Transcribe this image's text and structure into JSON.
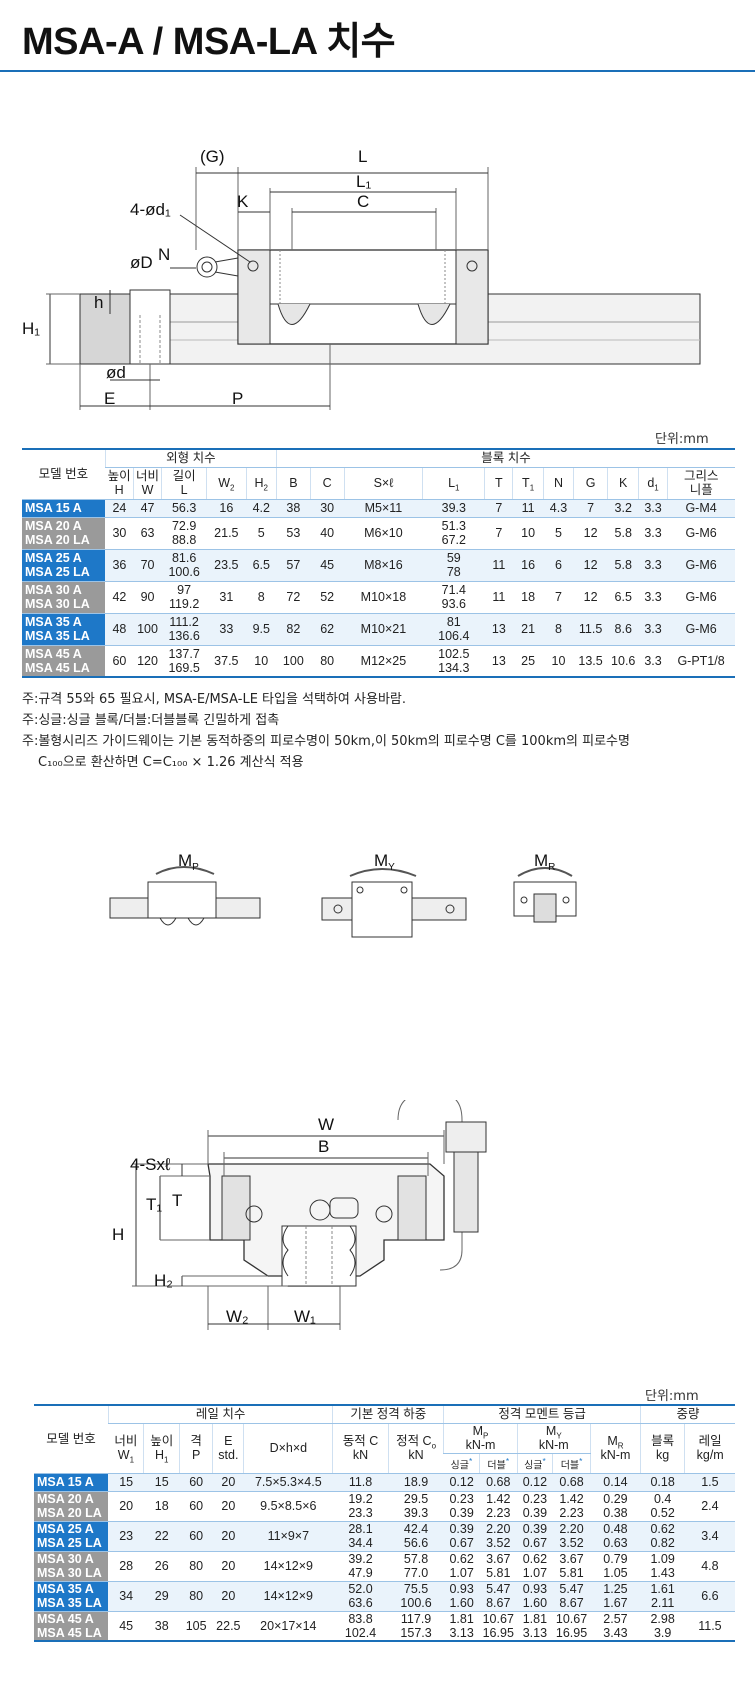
{
  "title": "MSA-A / MSA-LA 치수",
  "unit_label": "단위:mm",
  "drawing1_labels": {
    "G": "(G)",
    "L": "L",
    "L1": "L₁",
    "C": "C",
    "d1": "4-ød₁",
    "K": "K",
    "N": "N",
    "D": "øD",
    "h": "h",
    "H1": "H₁",
    "d": "ød",
    "E": "E",
    "P": "P"
  },
  "table1": {
    "header": {
      "model": "모델 번호",
      "outer": "외형 치수",
      "block": "블록 치수",
      "h_top": "높이",
      "h_bot": "H",
      "w_top": "너비",
      "w_bot": "W",
      "l_top": "길이",
      "l_bot": "L",
      "w2": "W",
      "w2sub": "2",
      "h2": "H",
      "h2sub": "2",
      "b": "B",
      "c": "C",
      "sl": "S×ℓ",
      "l1": "L",
      "l1sub": "1",
      "t": "T",
      "t1": "T",
      "t1sub": "1",
      "n": "N",
      "g": "G",
      "k": "K",
      "d1": "d",
      "d1sub": "1",
      "grease_top": "그리스",
      "grease_bot": "니플"
    },
    "rows": [
      {
        "models": [
          "MSA 15 A"
        ],
        "color": "blue",
        "H": "24",
        "W": "47",
        "L": [
          "56.3"
        ],
        "W2": "16",
        "H2": "4.2",
        "B": "38",
        "C": "30",
        "SxL": "M5×11",
        "L1": [
          "39.3"
        ],
        "T": "7",
        "T1": "11",
        "N": "4.3",
        "G": "7",
        "K": "3.2",
        "d1": "3.3",
        "grease": "G-M4"
      },
      {
        "models": [
          "MSA 20 A",
          "MSA 20 LA"
        ],
        "color": "gray",
        "H": "30",
        "W": "63",
        "L": [
          "72.9",
          "88.8"
        ],
        "W2": "21.5",
        "H2": "5",
        "B": "53",
        "C": "40",
        "SxL": "M6×10",
        "L1": [
          "51.3",
          "67.2"
        ],
        "T": "7",
        "T1": "10",
        "N": "5",
        "G": "12",
        "K": "5.8",
        "d1": "3.3",
        "grease": "G-M6"
      },
      {
        "models": [
          "MSA 25 A",
          "MSA 25 LA"
        ],
        "color": "blue",
        "H": "36",
        "W": "70",
        "L": [
          "81.6",
          "100.6"
        ],
        "W2": "23.5",
        "H2": "6.5",
        "B": "57",
        "C": "45",
        "SxL": "M8×16",
        "L1": [
          "59",
          "78"
        ],
        "T": "11",
        "T1": "16",
        "N": "6",
        "G": "12",
        "K": "5.8",
        "d1": "3.3",
        "grease": "G-M6"
      },
      {
        "models": [
          "MSA 30 A",
          "MSA 30 LA"
        ],
        "color": "gray",
        "H": "42",
        "W": "90",
        "L": [
          "97",
          "119.2"
        ],
        "W2": "31",
        "H2": "8",
        "B": "72",
        "C": "52",
        "SxL": "M10×18",
        "L1": [
          "71.4",
          "93.6"
        ],
        "T": "11",
        "T1": "18",
        "N": "7",
        "G": "12",
        "K": "6.5",
        "d1": "3.3",
        "grease": "G-M6"
      },
      {
        "models": [
          "MSA 35 A",
          "MSA 35 LA"
        ],
        "color": "blue",
        "H": "48",
        "W": "100",
        "L": [
          "111.2",
          "136.6"
        ],
        "W2": "33",
        "H2": "9.5",
        "B": "82",
        "C": "62",
        "SxL": "M10×21",
        "L1": [
          "81",
          "106.4"
        ],
        "T": "13",
        "T1": "21",
        "N": "8",
        "G": "11.5",
        "K": "8.6",
        "d1": "3.3",
        "grease": "G-M6"
      },
      {
        "models": [
          "MSA 45 A",
          "MSA 45 LA"
        ],
        "color": "gray",
        "H": "60",
        "W": "120",
        "L": [
          "137.7",
          "169.5"
        ],
        "W2": "37.5",
        "H2": "10",
        "B": "100",
        "C": "80",
        "SxL": "M12×25",
        "L1": [
          "102.5",
          "134.3"
        ],
        "T": "13",
        "T1": "25",
        "N": "10",
        "G": "13.5",
        "K": "10.6",
        "d1": "3.3",
        "grease": "G-PT1/8"
      }
    ]
  },
  "notes": [
    "주:규격 55와 65 필요시, MSA-E/MSA-LE 타입을 석택하여 사용바람.",
    "주:싱글:싱글 블록/더블:더블블록 긴밀하게 접촉",
    "주:볼형시리즈 가이드웨이는 기본 동적하중의 피로수명이 50km,이 50km의 피로수명 C를 100km의 피로수명",
    "C₁₀₀으로 환산하면  C=C₁₀₀ × 1.26 계산식 적용"
  ],
  "moments": {
    "mp": "M",
    "mp_sub": "P",
    "my": "M",
    "my_sub": "Y",
    "mr": "M",
    "mr_sub": "R"
  },
  "drawing2_labels": {
    "W": "W",
    "B": "B",
    "sx": "4-Sxℓ",
    "T1": "T₁",
    "T": "T",
    "H": "H",
    "H2": "H₂",
    "W2": "W₂",
    "W1": "W₁"
  },
  "table2": {
    "header": {
      "model": "모델 번호",
      "rail": "레일 치수",
      "basic_load": "기본 정격 하중",
      "moment": "정격 모멘트 등급",
      "weight": "중량",
      "w1_top": "너비",
      "w1_bot": "W",
      "w1_sub": "1",
      "h1_top": "높이",
      "h1_bot": "H",
      "h1_sub": "1",
      "p_top": "격",
      "p_bot": "P",
      "e_top": "E",
      "e_bot": "std.",
      "dhd": "D×h×d",
      "dyn_top": "동적 C",
      "dyn_bot": "kN",
      "sta_top": "정적 C",
      "sta_sub": "o",
      "sta_bot": "kN",
      "mp": "M",
      "mp_sub": "P",
      "my": "M",
      "my_sub": "Y",
      "mr": "M",
      "mr_sub": "R",
      "knm": "kN-m",
      "single": "싱글",
      "double": "더블",
      "star": "*",
      "blk_top": "블록",
      "blk_bot": "kg",
      "rail_top": "레일",
      "rail_bot": "kg/m"
    },
    "rows": [
      {
        "models": [
          "MSA 15 A"
        ],
        "color": "blue",
        "W1": "15",
        "H1": "15",
        "P": "60",
        "E": "20",
        "Dhd": "7.5×5.3×4.5",
        "C": [
          "11.8"
        ],
        "Co": [
          "18.9"
        ],
        "MpS": [
          "0.12"
        ],
        "MpD": [
          "0.68"
        ],
        "MyS": [
          "0.12"
        ],
        "MyD": [
          "0.68"
        ],
        "Mr": [
          "0.14"
        ],
        "blk": [
          "0.18"
        ],
        "rail": "1.5"
      },
      {
        "models": [
          "MSA 20 A",
          "MSA 20 LA"
        ],
        "color": "gray",
        "W1": "20",
        "H1": "18",
        "P": "60",
        "E": "20",
        "Dhd": "9.5×8.5×6",
        "C": [
          "19.2",
          "23.3"
        ],
        "Co": [
          "29.5",
          "39.3"
        ],
        "MpS": [
          "0.23",
          "0.39"
        ],
        "MpD": [
          "1.42",
          "2.23"
        ],
        "MyS": [
          "0.23",
          "0.39"
        ],
        "MyD": [
          "1.42",
          "2.23"
        ],
        "Mr": [
          "0.29",
          "0.38"
        ],
        "blk": [
          "0.4",
          "0.52"
        ],
        "rail": "2.4"
      },
      {
        "models": [
          "MSA 25 A",
          "MSA 25 LA"
        ],
        "color": "blue",
        "W1": "23",
        "H1": "22",
        "P": "60",
        "E": "20",
        "Dhd": "11×9×7",
        "C": [
          "28.1",
          "34.4"
        ],
        "Co": [
          "42.4",
          "56.6"
        ],
        "MpS": [
          "0.39",
          "0.67"
        ],
        "MpD": [
          "2.20",
          "3.52"
        ],
        "MyS": [
          "0.39",
          "0.67"
        ],
        "MyD": [
          "2.20",
          "3.52"
        ],
        "Mr": [
          "0.48",
          "0.63"
        ],
        "blk": [
          "0.62",
          "0.82"
        ],
        "rail": "3.4"
      },
      {
        "models": [
          "MSA 30 A",
          "MSA 30 LA"
        ],
        "color": "gray",
        "W1": "28",
        "H1": "26",
        "P": "80",
        "E": "20",
        "Dhd": "14×12×9",
        "C": [
          "39.2",
          "47.9"
        ],
        "Co": [
          "57.8",
          "77.0"
        ],
        "MpS": [
          "0.62",
          "1.07"
        ],
        "MpD": [
          "3.67",
          "5.81"
        ],
        "MyS": [
          "0.62",
          "1.07"
        ],
        "MyD": [
          "3.67",
          "5.81"
        ],
        "Mr": [
          "0.79",
          "1.05"
        ],
        "blk": [
          "1.09",
          "1.43"
        ],
        "rail": "4.8"
      },
      {
        "models": [
          "MSA 35 A",
          "MSA 35 LA"
        ],
        "color": "blue",
        "W1": "34",
        "H1": "29",
        "P": "80",
        "E": "20",
        "Dhd": "14×12×9",
        "C": [
          "52.0",
          "63.6"
        ],
        "Co": [
          "75.5",
          "100.6"
        ],
        "MpS": [
          "0.93",
          "1.60"
        ],
        "MpD": [
          "5.47",
          "8.67"
        ],
        "MyS": [
          "0.93",
          "1.60"
        ],
        "MyD": [
          "5.47",
          "8.67"
        ],
        "Mr": [
          "1.25",
          "1.67"
        ],
        "blk": [
          "1.61",
          "2.11"
        ],
        "rail": "6.6"
      },
      {
        "models": [
          "MSA 45 A",
          "MSA 45 LA"
        ],
        "color": "gray",
        "W1": "45",
        "H1": "38",
        "P": "105",
        "E": "22.5",
        "Dhd": "20×17×14",
        "C": [
          "83.8",
          "102.4"
        ],
        "Co": [
          "117.9",
          "157.3"
        ],
        "MpS": [
          "1.81",
          "3.13"
        ],
        "MpD": [
          "10.67",
          "16.95"
        ],
        "MyS": [
          "1.81",
          "3.13"
        ],
        "MyD": [
          "10.67",
          "16.95"
        ],
        "Mr": [
          "2.57",
          "3.43"
        ],
        "blk": [
          "2.98",
          "3.9"
        ],
        "rail": "11.5"
      }
    ]
  }
}
